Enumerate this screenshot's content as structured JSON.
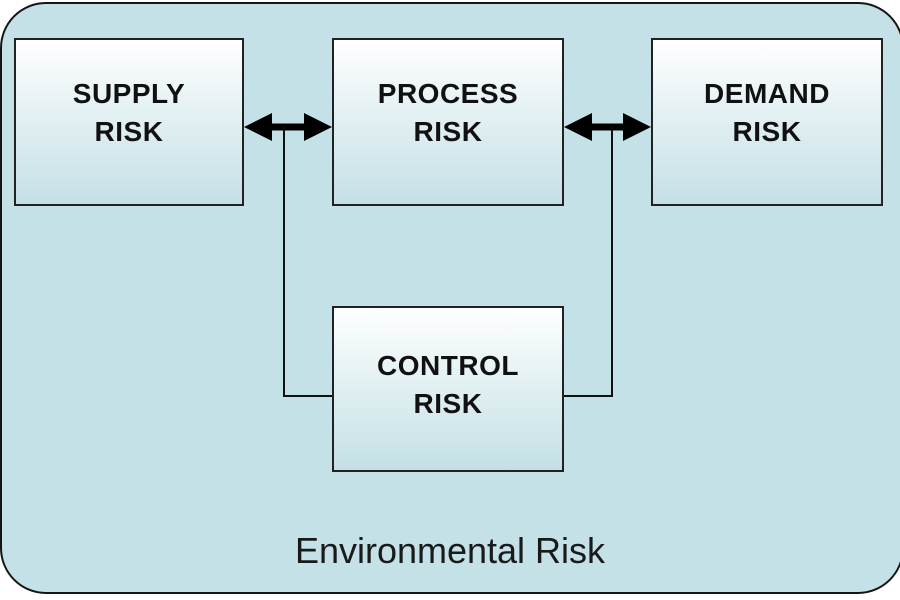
{
  "diagram": {
    "environment_label": "Environmental Risk",
    "boxes": {
      "supply": {
        "line1": "SUPPLY",
        "line2": "RISK"
      },
      "process": {
        "line1": "PROCESS",
        "line2": "RISK"
      },
      "demand": {
        "line1": "DEMAND",
        "line2": "RISK"
      },
      "control": {
        "line1": "CONTROL",
        "line2": "RISK"
      }
    },
    "connections": [
      {
        "from": "supply",
        "to": "process",
        "style": "bidirectional-arrow"
      },
      {
        "from": "process",
        "to": "demand",
        "style": "bidirectional-arrow"
      },
      {
        "from": "control",
        "to": "supply-process-link",
        "style": "line"
      },
      {
        "from": "control",
        "to": "process-demand-link",
        "style": "line"
      }
    ],
    "colors": {
      "background": "#c3e1e6",
      "border": "#151515",
      "box_top": "#ffffff",
      "box_bottom": "#c4e0e5"
    }
  }
}
